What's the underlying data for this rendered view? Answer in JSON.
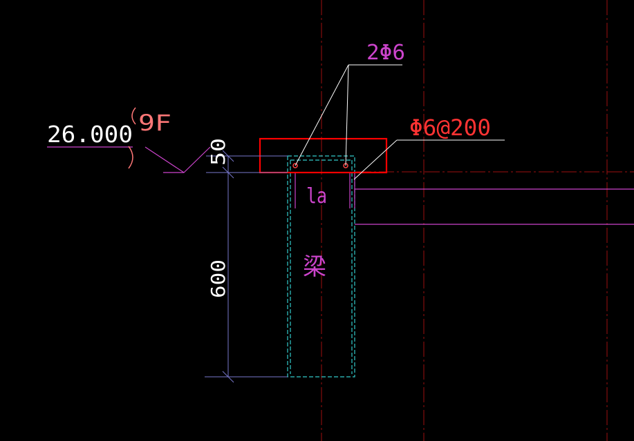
{
  "labels": {
    "elevation": "26.000",
    "floor": "9F",
    "top_rebar": "2Φ6",
    "stirrup": "Φ6@200",
    "anchor_length": "la",
    "beam": "梁",
    "slab_thickness": "50",
    "beam_depth": "600"
  },
  "colors": {
    "background": "#000000",
    "white": "#ffffff",
    "magenta": "#cc44cc",
    "red": "#ff0000",
    "axis_red": "#9e1010",
    "cyan": "#33cccc",
    "dim_blue": "#7777cc",
    "salmon": "#ff7777"
  }
}
